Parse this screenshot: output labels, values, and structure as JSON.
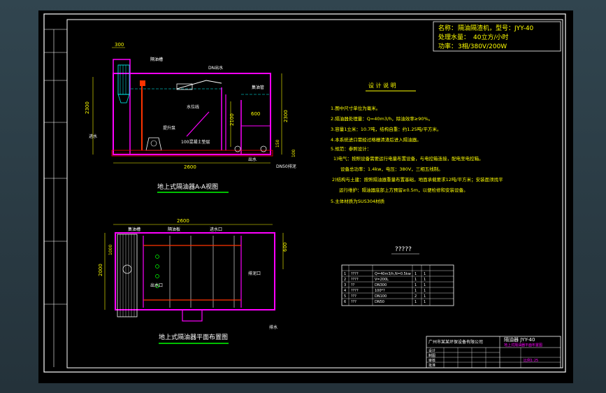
{
  "title_block": {
    "name_label": "名称：",
    "name_value": "隔油隔渣机，型号：JYY-40",
    "capacity_label": "处理水量：",
    "capacity_value": "40立方/小时",
    "power_label": "功率：",
    "power_value": "3相/380V/200W"
  },
  "section_view": {
    "caption": "地上式隔油器A-A视图",
    "dim_top": "300",
    "dim_height_left": "2300",
    "dim_height_right": "2300",
    "dim_bottom": "2600",
    "dim_inner": "2100",
    "dim_outlet": "600",
    "dim_base": "100",
    "dim_small": "150",
    "labels": [
      "DN出水",
      "隔油槽",
      "集油管",
      "提升泵",
      "进水",
      "出水",
      "DN50排泥",
      "100混凝土垫层",
      "水位线"
    ]
  },
  "plan_view": {
    "caption": "地上式隔油器平面布置图",
    "dim_top": "2600",
    "dim_left": "2000",
    "dim_left_inner": "1000",
    "dim_right": "600",
    "labels": [
      "集油槽",
      "隔油板",
      "进水口",
      "出水口",
      "排泥口",
      "排水"
    ]
  },
  "notes": {
    "heading": "设 计 说 明",
    "items": [
      "1.图中尺寸单位为毫米。",
      "2.隔油器处理量：Q=40m3/h，除油效率≥90%。",
      "3.容量1立米：10.7吨，结构自重：约1.25吨/平方米。",
      "4.本系统进口需经过格栅清渣后进入隔油器。",
      "5.规范：参照设计：",
      "1)电气：按照设备需要运行电量布置设备，与电控箱连接，配电至电控箱。",
      "设备总功率：1.4kw，电压：380V，三相五线制。",
      "2)结构与土建：按照隔油器重量布置基础，地面承载要求12吨/平方米；安装面须找平",
      "运行维护：隔油器底部上方预留≥0.5m，以便检修和安装设备。",
      "5.主体材质为SUS304材质"
    ]
  },
  "parts_table": {
    "title": "?????",
    "rows": [
      [
        "1",
        "????",
        "Q=40m3/h,N=0.5kw",
        "1",
        "1",
        ""
      ],
      [
        "2",
        "????",
        "V=200L",
        "1",
        "1",
        ""
      ],
      [
        "3",
        "??",
        "DN300",
        "1",
        "1",
        ""
      ],
      [
        "4",
        "????",
        "100*?",
        "1",
        "1",
        ""
      ],
      [
        "5",
        "???",
        "DN100",
        "2",
        "1",
        ""
      ],
      [
        "6",
        "???",
        "DN50",
        "1",
        "1",
        ""
      ]
    ]
  },
  "drawing_title": {
    "company": "广州市某某环保设备有限公司",
    "drawing_name": "隔油器 JYY-40",
    "subtitle": "地上式隔油器平面布置图",
    "rows": [
      "设计",
      "制图",
      "审核",
      "批准"
    ],
    "stamp": "比例1:25"
  },
  "colors": {
    "frame": "#ffffff",
    "tank": "#ff00ff",
    "text": "#ffff00",
    "dimension": "#00ff00",
    "pipe": "#ff0000",
    "cyan": "#00ffff"
  }
}
